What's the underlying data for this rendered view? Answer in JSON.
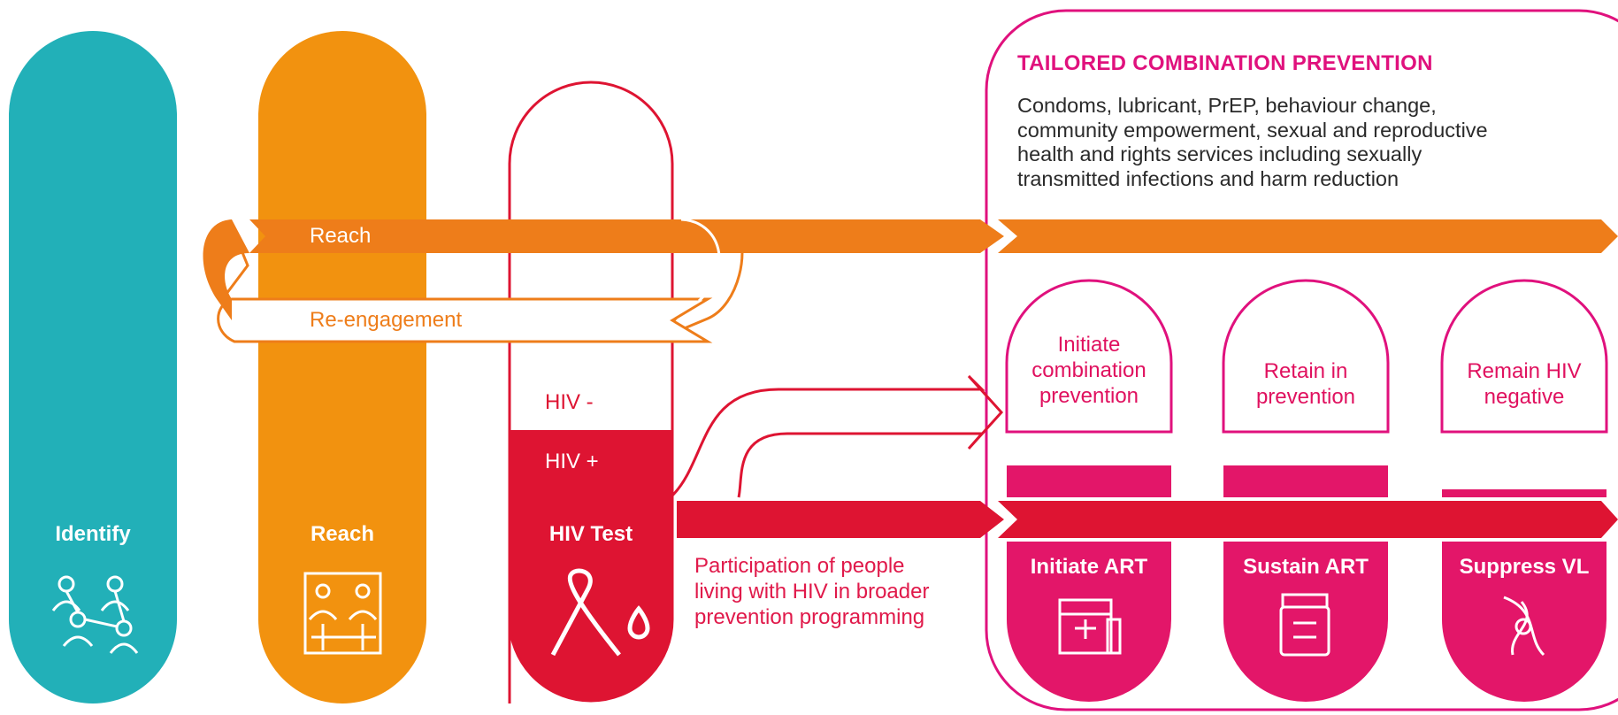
{
  "colors": {
    "identify": "#22b0b8",
    "reach": "#f2920f",
    "reach_arrow": "#ee7d1a",
    "hiv_red": "#de1432",
    "magenta": "#e0117d",
    "pink": "#e31669"
  },
  "pillars": {
    "identify": {
      "label": "Identify",
      "icon": "people-network-icon"
    },
    "reach": {
      "label": "Reach",
      "icon": "community-outreach-icon"
    },
    "hiv_test": {
      "label": "HIV Test",
      "icon": "red-ribbon-blood-drop-icon",
      "negative_label": "HIV -",
      "positive_label": "HIV +"
    }
  },
  "arrows": {
    "reach": "Reach",
    "re_engagement": "Re-engagement"
  },
  "prevention_box": {
    "title": "TAILORED COMBINATION PREVENTION",
    "description_lines": [
      "Condoms, lubricant, PrEP, behaviour change,",
      "community empowerment, sexual and reproductive",
      "health and rights services including sexually",
      "transmitted infections and harm reduction"
    ]
  },
  "prevention_steps": [
    {
      "lines": [
        "Initiate",
        "combination",
        "prevention"
      ]
    },
    {
      "lines": [
        "Retain in",
        "prevention"
      ]
    },
    {
      "lines": [
        "Remain HIV",
        "negative"
      ]
    }
  ],
  "treatment_steps": [
    {
      "label": "Initiate ART",
      "icon": "pharmacy-icon"
    },
    {
      "label": "Sustain ART",
      "icon": "medication-bottle-icon"
    },
    {
      "label": "Suppress VL",
      "icon": "virus-icon"
    }
  ],
  "plhiv_participation": {
    "lines": [
      "Participation of people",
      "living with HIV in broader",
      "prevention programming"
    ]
  }
}
